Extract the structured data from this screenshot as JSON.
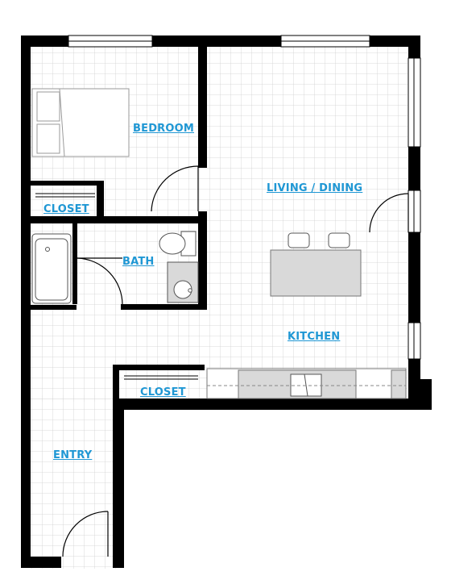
{
  "rooms": {
    "bedroom": "BEDROOM",
    "living_dining": "LIVING / DINING",
    "closet_upper": "CLOSET",
    "bath": "BATH",
    "kitchen": "KITCHEN",
    "closet_lower": "CLOSET",
    "entry": "ENTRY"
  },
  "colors": {
    "wall": "#000000",
    "grid": "#c9c9c9",
    "label": "#1f97d4",
    "fixture": "#d9d9d9",
    "fixture_outline": "#777777"
  }
}
